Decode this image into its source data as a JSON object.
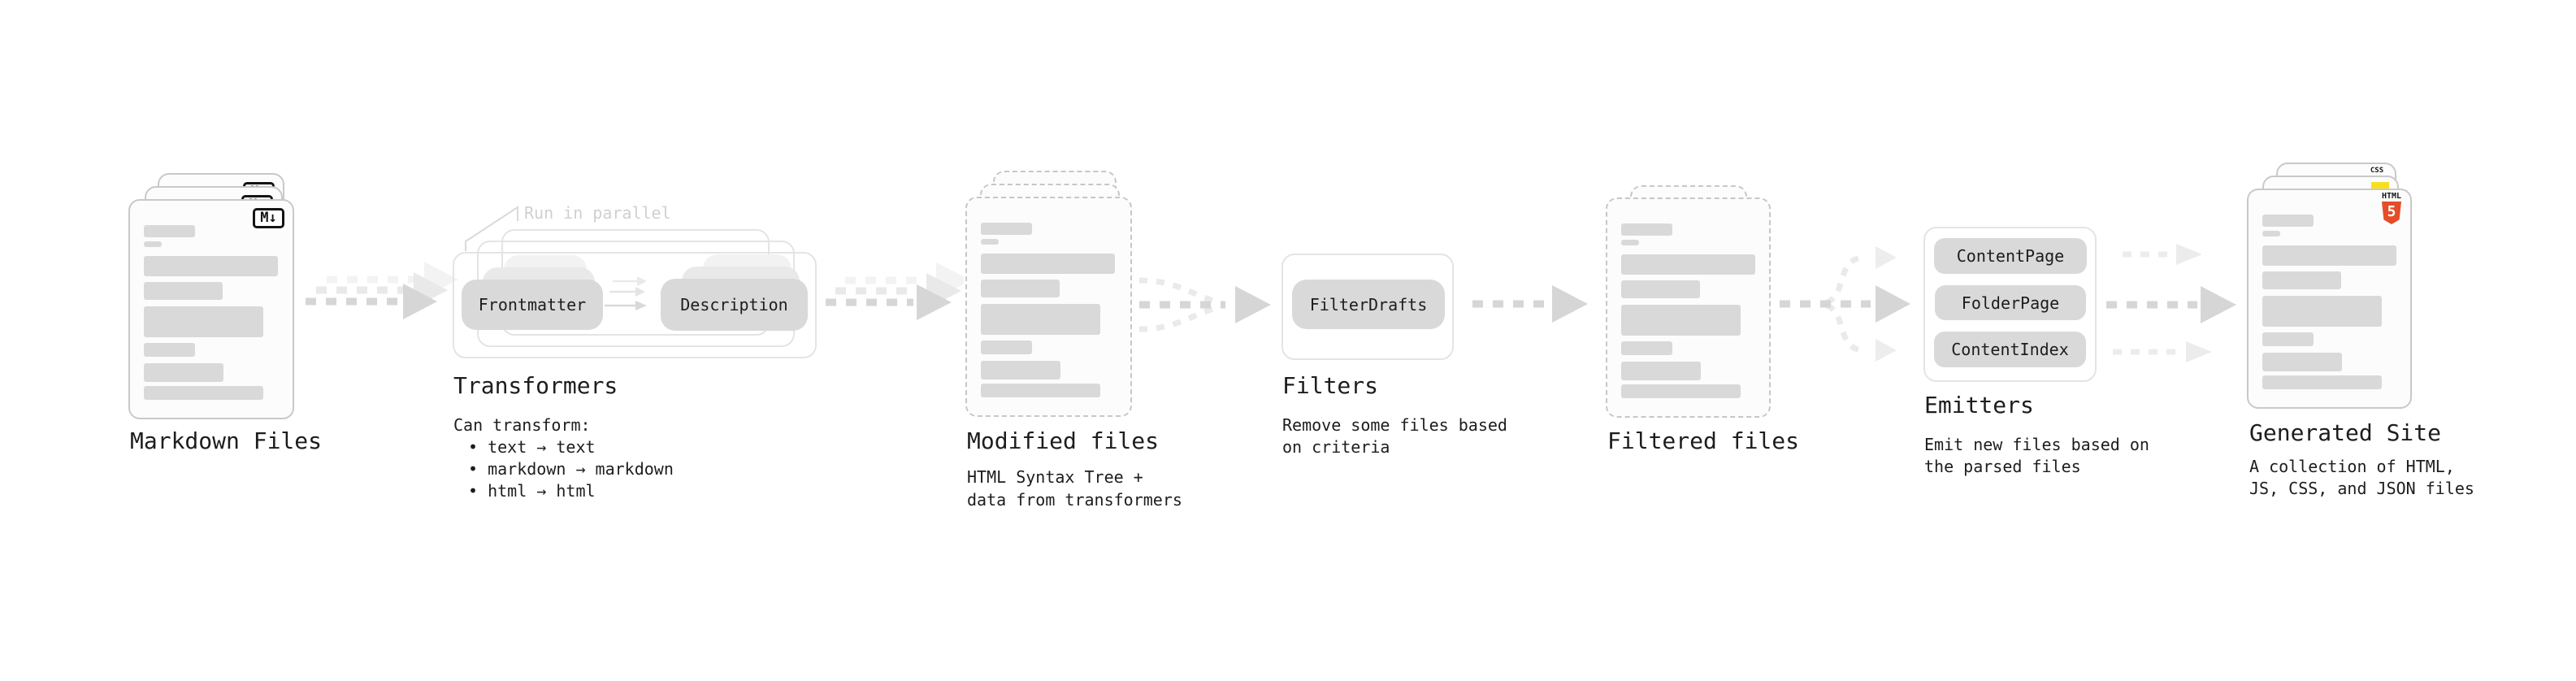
{
  "diagram": {
    "markdown_files": {
      "title": "Markdown Files",
      "badge": "M↓"
    },
    "transformers": {
      "title": "Transformers",
      "note": "Run in parallel",
      "chips": [
        "Frontmatter",
        "Description"
      ],
      "desc_heading": "Can transform:",
      "bullets": [
        "• text → text",
        "• markdown → markdown",
        "• html → html"
      ]
    },
    "modified_files": {
      "title": "Modified files",
      "desc_lines": [
        "HTML Syntax Tree +",
        "data from transformers"
      ]
    },
    "filters": {
      "title": "Filters",
      "chip": "FilterDrafts",
      "desc_lines": [
        "Remove some files based",
        "on criteria"
      ]
    },
    "filtered_files": {
      "title": "Filtered files"
    },
    "emitters": {
      "title": "Emitters",
      "chips": [
        "ContentPage",
        "FolderPage",
        "ContentIndex"
      ],
      "desc_lines": [
        "Emit new files based on",
        "the parsed files"
      ]
    },
    "generated_site": {
      "title": "Generated Site",
      "desc_lines": [
        "A collection of HTML,",
        "JS, CSS, and JSON files"
      ],
      "badges": {
        "css_label": "CSS",
        "html_label": "HTML",
        "html_number": "5"
      }
    }
  },
  "icons": {
    "markdown_badge": "markdown-logo",
    "html5_badge": "html5-logo",
    "js_badge": "javascript-logo",
    "css_badge": "css3-logo"
  },
  "colors": {
    "text": "#1d1d1d",
    "arrow_gray": "#d6d6d6",
    "arrow_light": "#ececec",
    "chip_gray": "#d9d9d9",
    "note_gray": "#d0d0d0",
    "html5_orange": "#e44d26",
    "js_yellow": "#f7df1e",
    "css_blue": "#2965f1"
  }
}
